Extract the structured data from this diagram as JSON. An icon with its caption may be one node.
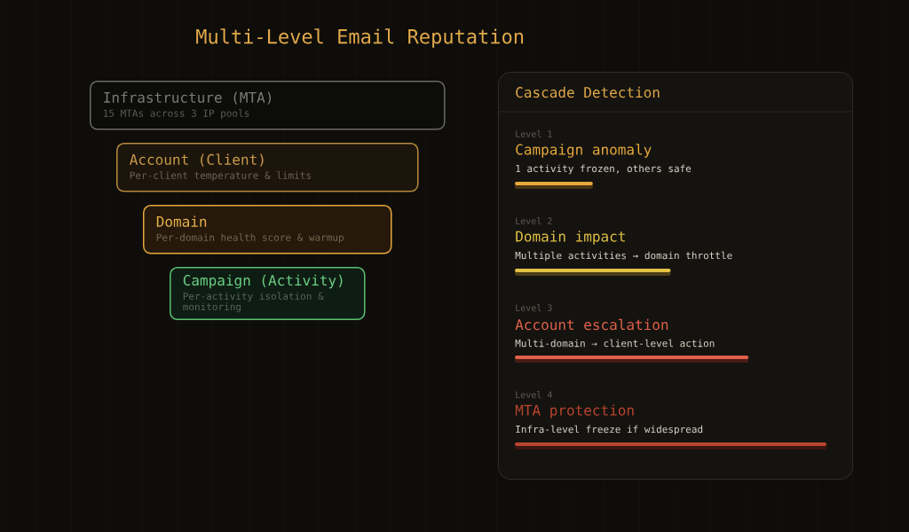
{
  "diagram": {
    "title": "Multi-Level Email Reputation",
    "nodes": [
      {
        "text": [
          "Infrastructure (MTA)",
          "15 MTAs across 3 IP pools"
        ]
      },
      {
        "text": [
          "Account (Client)",
          "Per-client temperature & limits"
        ]
      },
      {
        "text": [
          "Domain",
          "Per-domain health score & warmup"
        ]
      },
      {
        "text": [
          "Campaign (Activity)",
          "Per-activity isolation & monitoring"
        ]
      },
      {
        "text": [
          "Cascade Detection"
        ]
      }
    ],
    "labels": [
      "Level 1",
      "Campaign anomaly",
      "1 activity frozen, others safe",
      "Level 2",
      "Domain impact",
      "Multiple activities → domain throttle",
      "Level 3",
      "Account escalation",
      "Multi-domain → client-level action",
      "Level 4",
      "MTA protection",
      "Infra-level freeze if widespread"
    ]
  }
}
